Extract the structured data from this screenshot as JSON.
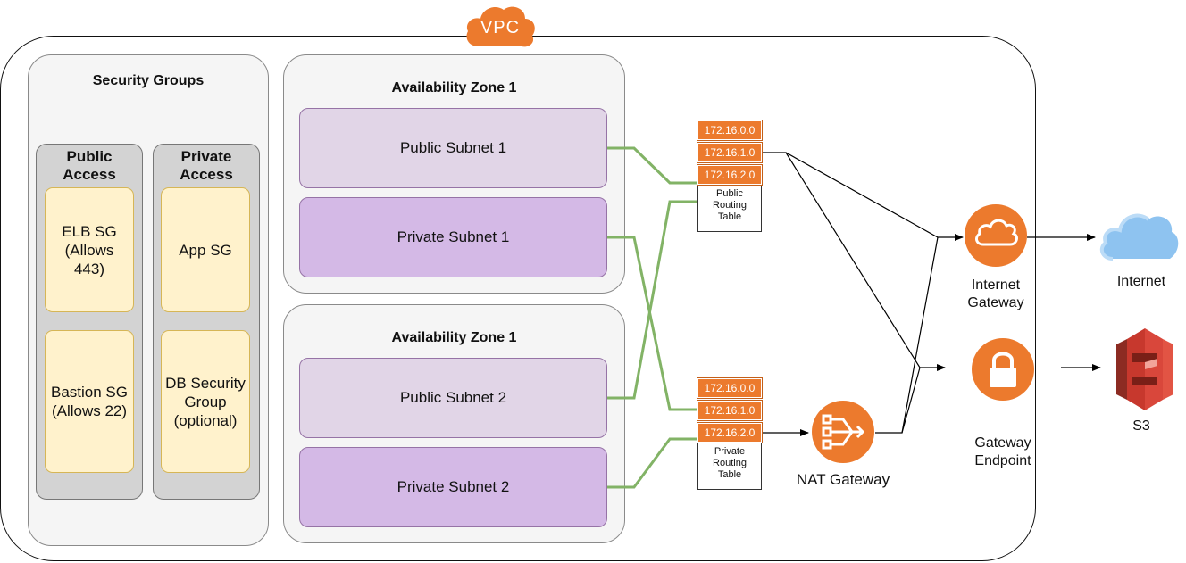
{
  "vpc": {
    "label": "VPC"
  },
  "security_groups": {
    "title": "Security Groups",
    "public": {
      "title": "Public\nAccess",
      "items": [
        "ELB SG\n(Allows\n443)",
        "Bastion SG\n(Allows 22)"
      ]
    },
    "private": {
      "title": "Private\nAccess",
      "items": [
        "App SG",
        "DB Security\nGroup\n(optional)"
      ]
    }
  },
  "zones": [
    {
      "title": "Availability Zone 1",
      "public_subnet": "Public Subnet 1",
      "private_subnet": "Private Subnet 1"
    },
    {
      "title": "Availability Zone 1",
      "public_subnet": "Public Subnet 2",
      "private_subnet": "Private Subnet 2"
    }
  ],
  "routing_tables": [
    {
      "cidrs": [
        "172.16.0.0",
        "172.16.1.0",
        "172.16.2.0"
      ],
      "label": "Public\nRouting\nTable"
    },
    {
      "cidrs": [
        "172.16.0.0",
        "172.16.1.0",
        "172.16.2.0"
      ],
      "label": "Private\nRouting\nTable"
    }
  ],
  "nat_gateway": {
    "label": "NAT Gateway"
  },
  "internet_gateway": {
    "label": "Internet\nGateway"
  },
  "gateway_endpoint": {
    "label": "Gateway\nEndpoint"
  },
  "internet": {
    "label": "Internet"
  },
  "s3": {
    "label": "S3"
  },
  "colors": {
    "orange": "#ec7a2d",
    "green_link": "#82b366",
    "s3_red": "#c7382d",
    "cloud_blue": "#8ec3f0"
  }
}
